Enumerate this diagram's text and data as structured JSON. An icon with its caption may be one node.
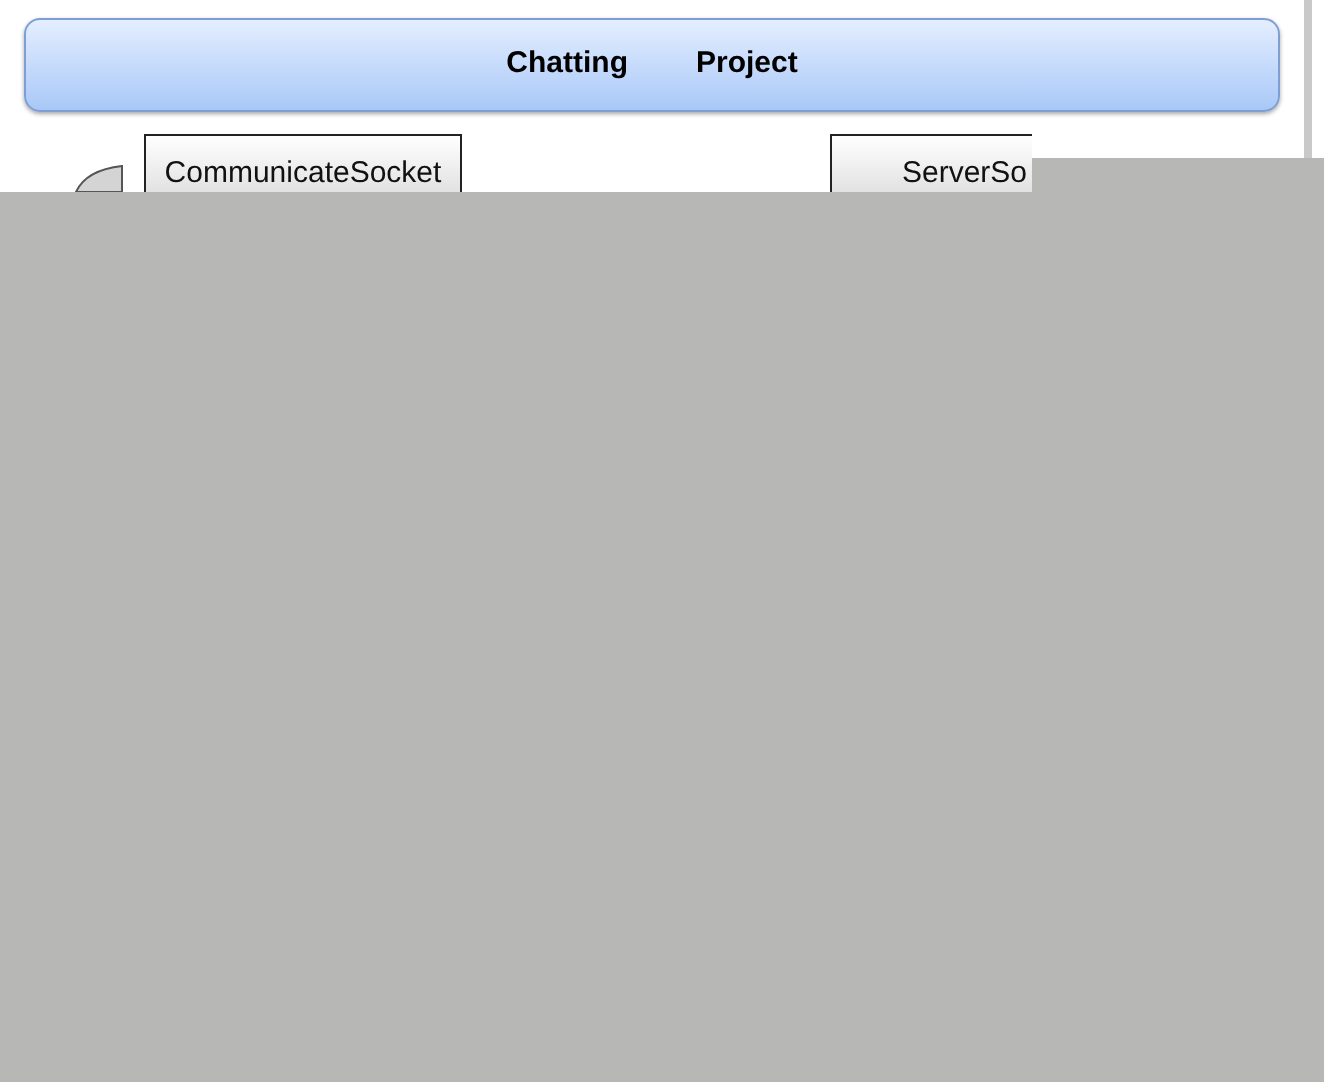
{
  "diagram": {
    "nodes": [
      {
        "text": [
          "Chatting",
          "Project"
        ]
      },
      {
        "text": [
          "CommunicateSocket"
        ]
      },
      {
        "text": [
          "ServerSo"
        ]
      }
    ]
  }
}
